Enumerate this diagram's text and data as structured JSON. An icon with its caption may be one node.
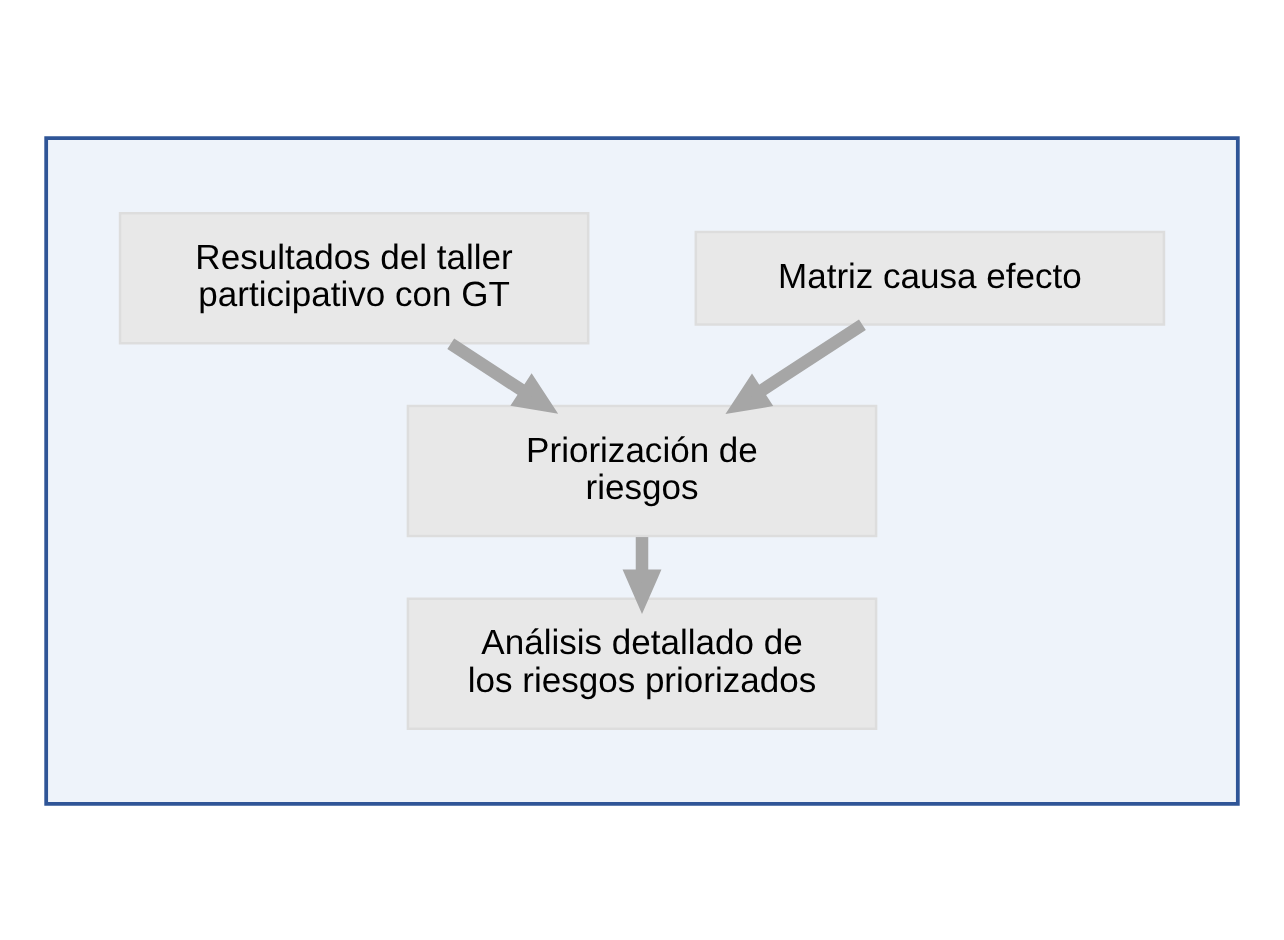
{
  "diagram": {
    "nodes": [
      {
        "text": [],
        "shape": "box"
      },
      {
        "text": [
          "Matriz causa efecto"
        ],
        "in": 0
      },
      {
        "text": [
          "Priorización de riesgos"
        ],
        "in": 0
      },
      {
        "text": [
          "Análisis detallado de los riesgos priorizados"
        ],
        "in": 0
      },
      {
        "text": [
          "Resultados del taller participativo con GT"
        ],
        "in": 0
      }
    ],
    "edges": [
      {
        "from": 1,
        "to": 2,
        "arrow": "to"
      },
      {
        "from": 2,
        "to": 3,
        "arrow": "to"
      },
      {
        "from": 4,
        "to": 2,
        "arrow": "to"
      }
    ]
  }
}
